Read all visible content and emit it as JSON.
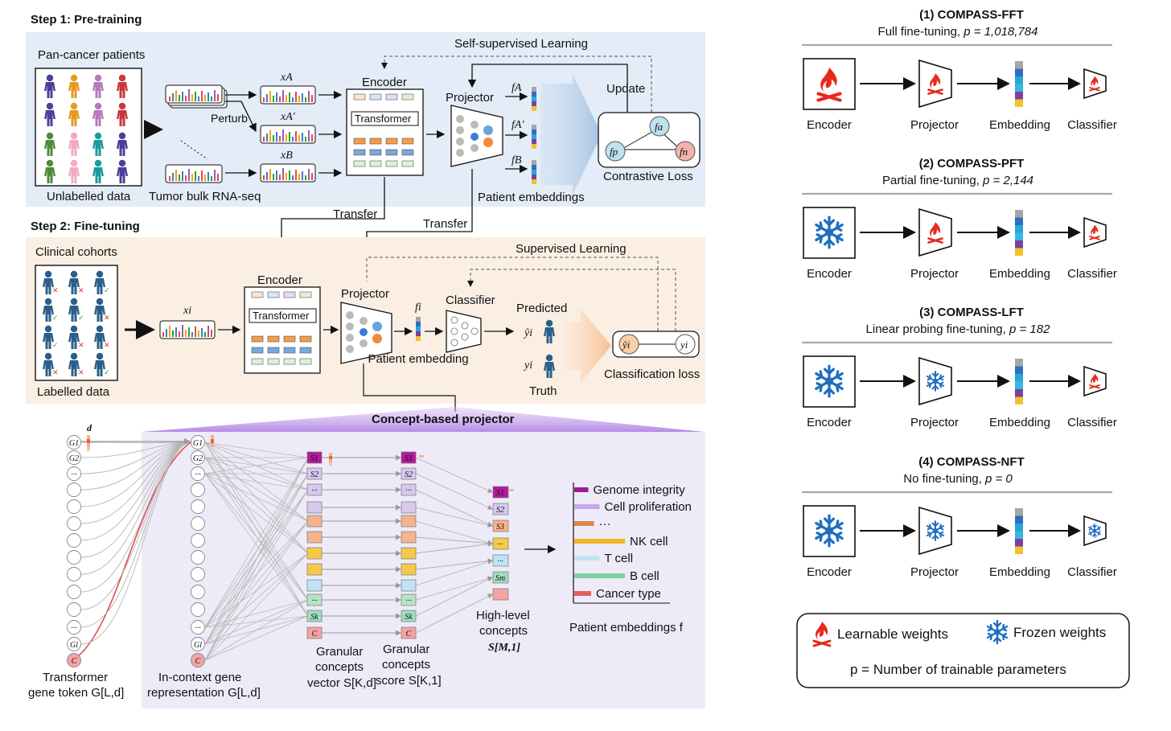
{
  "step1": {
    "title": "Step 1: Pre-training",
    "self_supervised": "Self-supervised Learning",
    "patients_label": "Pan-cancer patients",
    "unlabelled": "Unlabelled data",
    "rnaseq": "Tumor bulk RNA-seq",
    "perturb": "Perturb",
    "xa": "xA",
    "xa2": "xA′",
    "xb": "xB",
    "encoder": "Encoder",
    "transformer": "Transformer",
    "projector": "Projector",
    "fa": "fA",
    "fa2": "fA′",
    "fb": "fB",
    "update": "Update",
    "loss_fa": "fa",
    "loss_fp": "fp",
    "loss_fn": "fn",
    "contrastive": "Contrastive Loss",
    "patient_embeddings": "Patient embeddings",
    "transfer1": "Transfer",
    "transfer2": "Transfer"
  },
  "step2": {
    "title": "Step 2: Fine-tuning",
    "supervised": "Supervised Learning",
    "cohorts": "Clinical cohorts",
    "labelled": "Labelled data",
    "xi": "xi",
    "encoder": "Encoder",
    "transformer": "Transformer",
    "projector": "Projector",
    "fi": "fi",
    "patient_embedding": "Patient embedding",
    "classifier": "Classifier",
    "predicted": "Predicted",
    "yhat": "ŷi",
    "y": "yi",
    "truth": "Truth",
    "classification_loss": "Classification loss"
  },
  "concept": {
    "title": "Concept-based  projector",
    "d_label": "d",
    "gene_tokens_left": [
      "G1",
      "G2",
      "···",
      "",
      "",
      "",
      "",
      "",
      "",
      "",
      "···",
      "Gl",
      "C"
    ],
    "gene_tokens_mid": [
      "G1",
      "G2",
      "···",
      "",
      "",
      "",
      "",
      "",
      "",
      "",
      "···",
      "Gl",
      "C"
    ],
    "granular_labels": [
      "S1",
      "S2",
      "···",
      "",
      "",
      "",
      "",
      "",
      "···",
      "Sk",
      "C"
    ],
    "granular_colors": [
      "#b5179e",
      "#d7c8ef",
      "#d7c8ef",
      "#d7c8ef",
      "#f6b38b",
      "#f6b38b",
      "#f7c948",
      "#f7c948",
      "#bfe3f2",
      "#b7e3c5",
      "#9fdcc2",
      "#f4a3a3"
    ],
    "high_labels": [
      "S1",
      "S2",
      "S3",
      "···",
      "···",
      "Sm",
      ""
    ],
    "high_colors": [
      "#b5179e",
      "#d7c8ef",
      "#f6b38b",
      "#f7c948",
      "#bfe3f2",
      "#9fdcc2",
      "#f4a3a3"
    ],
    "transformer_token_label": "Transformer",
    "transformer_token_label2": "gene token G[L,d]",
    "incontext_label1": "In-context gene",
    "incontext_label2": "representation G[L,d]",
    "granular_vec1": "Granular",
    "granular_vec2": "concepts",
    "granular_vec3": "vector S[K,d]",
    "granular_score1": "Granular",
    "granular_score2": "concepts",
    "granular_score3": "score S[K,1]",
    "high1": "High-level",
    "high2": "concepts",
    "high3": "S[M,1]",
    "embeddings_caption": "Patient embeddings f"
  },
  "chart_bars": [
    {
      "label": "Genome integrity",
      "value": 0.25,
      "color": "#a0199b"
    },
    {
      "label": "Cell proliferation",
      "value": 0.45,
      "color": "#c9a7ec"
    },
    {
      "label": "···",
      "value": 0.35,
      "color": "#d9874b"
    },
    {
      "label": "NK cell",
      "value": 0.9,
      "color": "#f0b429"
    },
    {
      "label": "T cell",
      "value": 0.45,
      "color": "#bfe3f2"
    },
    {
      "label": "B cell",
      "value": 0.9,
      "color": "#7fd1a0"
    },
    {
      "label": "Cancer type",
      "value": 0.3,
      "color": "#e85d5d"
    }
  ],
  "variants": [
    {
      "title_num": "(1)",
      "title_name": "COMPASS-FFT",
      "subtitle": "Full fine-tuning,",
      "p": "p = 1,018,784",
      "states": [
        "learnable",
        "learnable",
        "embedding",
        "learnable"
      ]
    },
    {
      "title_num": "(2)",
      "title_name": "COMPASS-PFT",
      "subtitle": "Partial fine-tuning,",
      "p": "p = 2,144",
      "states": [
        "frozen",
        "learnable",
        "embedding",
        "learnable"
      ]
    },
    {
      "title_num": "(3)",
      "title_name": "COMPASS-LFT",
      "subtitle": "Linear probing fine-tuning,",
      "p": "p = 182",
      "states": [
        "frozen",
        "frozen",
        "embedding",
        "learnable"
      ]
    },
    {
      "title_num": "(4)",
      "title_name": "COMPASS-NFT",
      "subtitle": "No fine-tuning,",
      "p": "p = 0",
      "states": [
        "frozen",
        "frozen",
        "embedding",
        "frozen"
      ]
    }
  ],
  "variant_labels": [
    "Encoder",
    "Projector",
    "Embedding",
    "Classifier"
  ],
  "legend": {
    "learnable": "Learnable weights",
    "frozen": "Frozen weights",
    "p_def": "p = Number of trainable parameters"
  },
  "colors": {
    "step1_bg": "#e3ecf7",
    "step2_bg": "#fbefe4",
    "concept_bg": "#eeebf8",
    "learnable": "#e8291c",
    "frozen": "#1f6fc1",
    "embedding_stack": [
      "#a6a6a6",
      "#2f6fbf",
      "#27a6d8",
      "#36b8e0",
      "#7b3fa0",
      "#f2c12e"
    ]
  }
}
